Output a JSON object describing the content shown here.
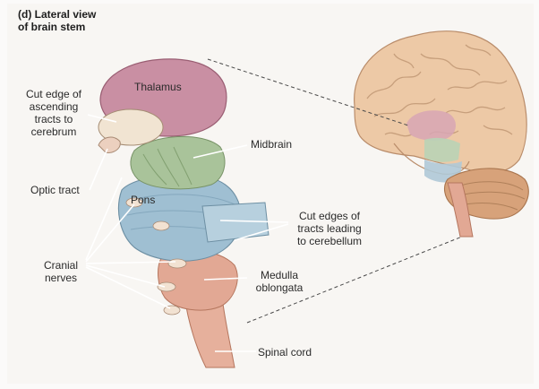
{
  "title": {
    "line1": "(d) Lateral view",
    "line2": "of brain stem"
  },
  "labels": {
    "thalamus": "Thalamus",
    "cut_edge_ascending": [
      "Cut edge of",
      "ascending",
      "tracts to",
      "cerebrum"
    ],
    "midbrain": "Midbrain",
    "optic_tract": "Optic tract",
    "pons": "Pons",
    "cut_edges_cerebellum": [
      "Cut edges of",
      "tracts leading",
      "to cerebellum"
    ],
    "cranial_nerves": [
      "Cranial",
      "nerves"
    ],
    "medulla": [
      "Medulla",
      "oblongata"
    ],
    "spinal_cord": "Spinal cord"
  },
  "colors": {
    "thalamus": "#c98fa3",
    "midbrain": "#a9c39a",
    "pons": "#9fbfd2",
    "medulla": "#e2a894",
    "cerebrum": "#edc9a6",
    "cerebellum": "#d7a27a",
    "leader_line": "#ffffff"
  }
}
